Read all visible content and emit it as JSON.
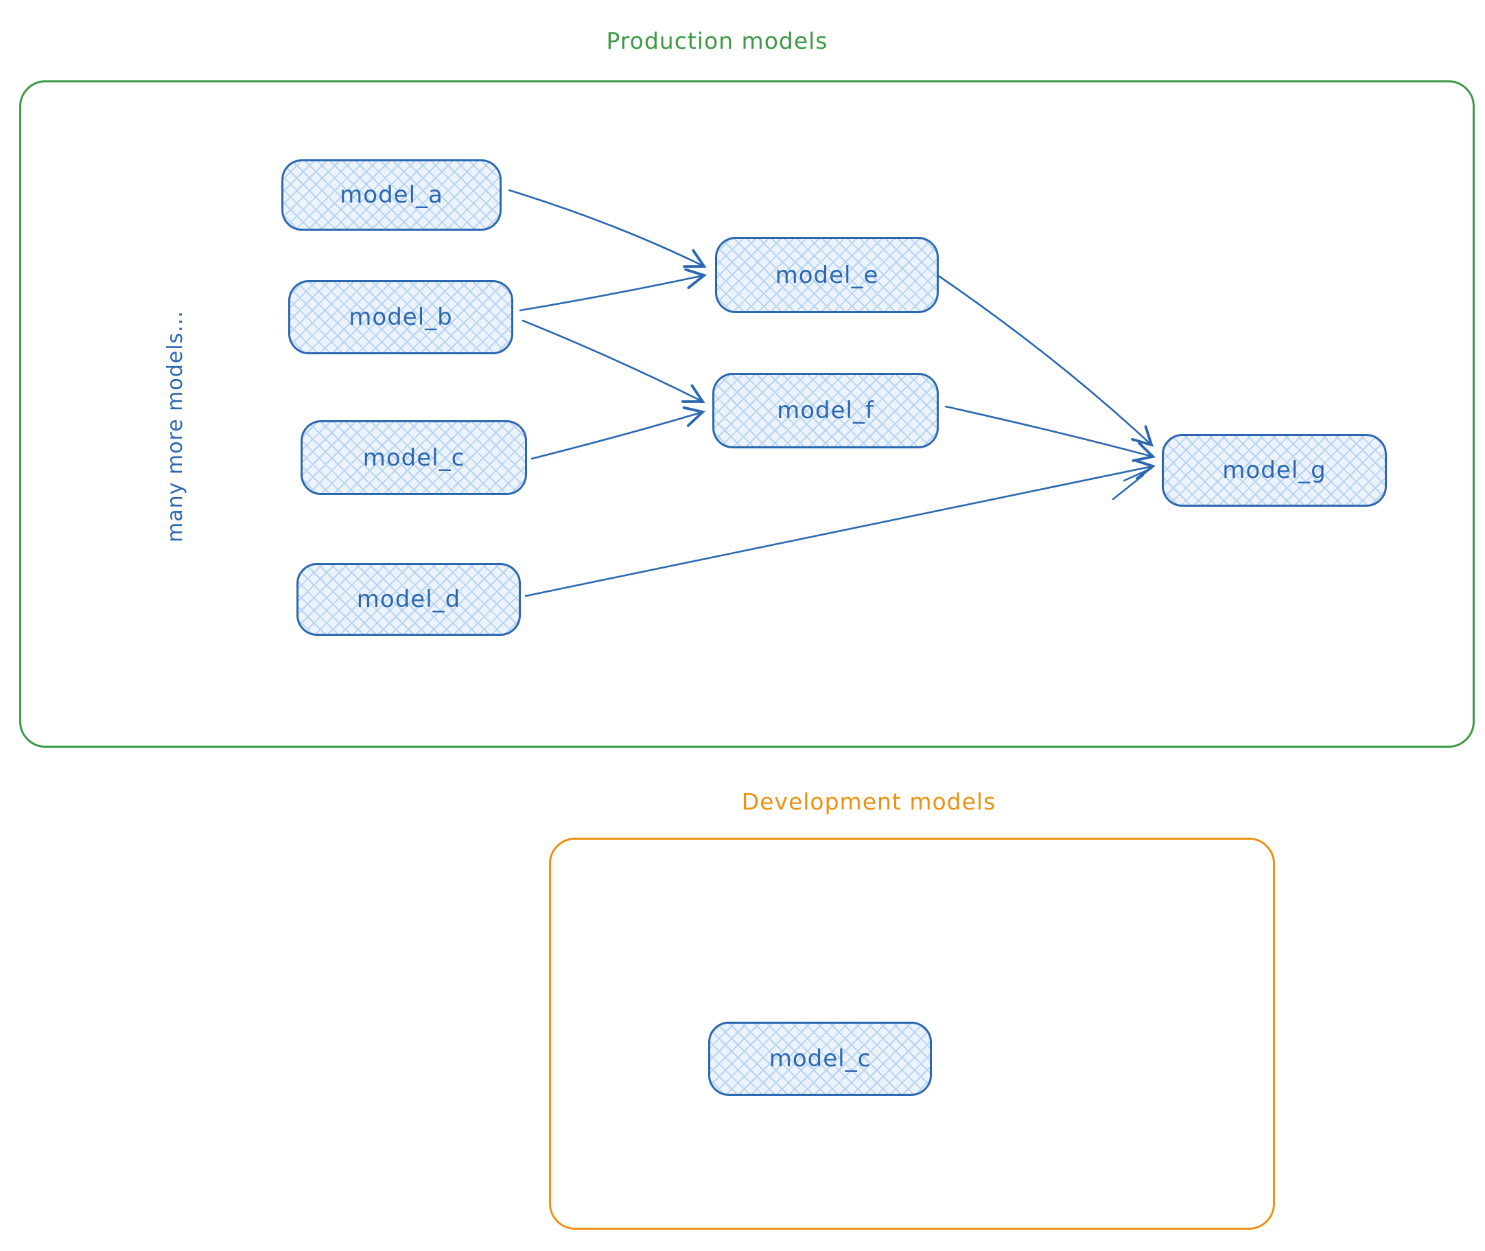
{
  "colors": {
    "production_border": "#3d9946",
    "development_border": "#ec9212",
    "node_border": "#2b68b0",
    "node_fill": "#ecf3fc",
    "node_hatch": "#b8d4f2"
  },
  "production": {
    "title": "Production models",
    "side_note": "many more models...",
    "nodes": {
      "a": {
        "label": "model_a"
      },
      "b": {
        "label": "model_b"
      },
      "c": {
        "label": "model_c"
      },
      "d": {
        "label": "model_d"
      },
      "e": {
        "label": "model_e"
      },
      "f": {
        "label": "model_f"
      },
      "g": {
        "label": "model_g"
      }
    },
    "edges": [
      {
        "from": "model_a",
        "to": "model_e"
      },
      {
        "from": "model_b",
        "to": "model_e"
      },
      {
        "from": "model_b",
        "to": "model_f"
      },
      {
        "from": "model_c",
        "to": "model_f"
      },
      {
        "from": "model_e",
        "to": "model_g"
      },
      {
        "from": "model_f",
        "to": "model_g"
      },
      {
        "from": "model_d",
        "to": "model_g"
      }
    ]
  },
  "development": {
    "title": "Development models",
    "nodes": {
      "c": {
        "label": "model_c"
      }
    }
  }
}
